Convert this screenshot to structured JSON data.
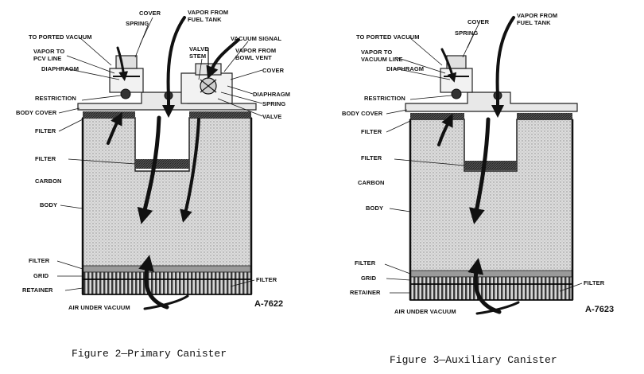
{
  "figures": [
    {
      "caption": "Figure 2—Primary Canister",
      "code": "A-7622",
      "labels": {
        "cover": "COVER",
        "vapor_from_fuel_tank_1": "VAPOR FROM",
        "vapor_from_fuel_tank_2": "FUEL TANK",
        "spring": "SPRING",
        "to_ported_vacuum": "TO PORTED VACUUM",
        "vapor_to_1": "VAPOR TO",
        "vapor_to_2": "PCV LINE",
        "diaphragm": "DIAPHRAGM",
        "vacuum_signal": "VACUUM SIGNAL",
        "valve_stem_1": "VALVE",
        "valve_stem_2": "STEM",
        "vapor_from_bowl_1": "VAPOR FROM",
        "vapor_from_bowl_2": "BOWL VENT",
        "cover_right": "COVER",
        "diaphragm_right": "DIAPHRAGM",
        "spring_right": "SPRING",
        "valve": "VALVE",
        "restriction": "RESTRICTION",
        "body_cover": "BODY COVER",
        "filter_top": "FILTER",
        "filter_mid": "FILTER",
        "carbon": "CARBON",
        "body": "BODY",
        "filter_bottom": "FILTER",
        "grid": "GRID",
        "retainer": "RETAINER",
        "filter_right": "FILTER",
        "air_under_vacuum": "AIR UNDER VACUUM"
      }
    },
    {
      "caption": "Figure 3—Auxiliary Canister",
      "code": "A-7623",
      "labels": {
        "cover": "COVER",
        "vapor_from_fuel_tank_1": "VAPOR FROM",
        "vapor_from_fuel_tank_2": "FUEL TANK",
        "spring": "SPRING",
        "to_ported_vacuum": "TO PORTED VACUUM",
        "vapor_to_1": "VAPOR TO",
        "vapor_to_2": "VACUUM LINE",
        "diaphragm": "DIAPHRAGM",
        "restriction": "RESTRICTION",
        "body_cover": "BODY COVER",
        "filter_top": "FILTER",
        "filter_mid": "FILTER",
        "carbon": "CARBON",
        "body": "BODY",
        "filter_bottom": "FILTER",
        "grid": "GRID",
        "retainer": "RETAINER",
        "filter_right": "FILTER",
        "air_under_vacuum": "AIR UNDER VACUUM"
      }
    }
  ]
}
